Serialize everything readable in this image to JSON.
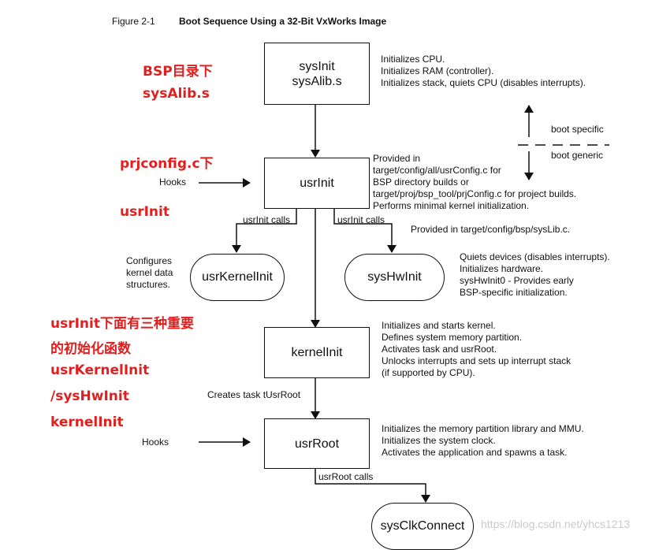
{
  "figure": {
    "number": "Figure 2-1",
    "title": "Boot Sequence Using a 32-Bit VxWorks Image"
  },
  "boxes": {
    "sysinit": {
      "line1": "sysInit",
      "line2": "sysAlib.s"
    },
    "usrinit": "usrInit",
    "kernelinit": "kernelInit",
    "usrroot": "usrRoot"
  },
  "pills": {
    "usrkernelinit": "usrKernelInit",
    "syshwinit": "sysHwInit",
    "sysclkconnect": "sysClkConnect"
  },
  "labels": {
    "hooks1": "Hooks",
    "hooks2": "Hooks",
    "usrinit_calls_left": "usrInit calls",
    "usrinit_calls_right": "usrInit calls",
    "creates_task": "Creates task tUsrRoot",
    "usrroot_calls": "usrRoot calls",
    "boot_specific": "boot specific",
    "boot_generic": "boot generic"
  },
  "notes": {
    "sysinit": [
      "Initializes CPU.",
      "Initializes RAM (controller).",
      "Initializes stack, quiets CPU (disables interrupts)."
    ],
    "usrinit": [
      "Provided in",
      "target/config/all/usrConfig.c for",
      "BSP directory builds or",
      "target/proj/bsp_tool/prjConfig.c for project builds.",
      "Performs minimal kernel initialization."
    ],
    "syslib": [
      "Provided in target/config/bsp/sysLib.c."
    ],
    "kernel_data": [
      "Configures",
      "kernel data",
      "structures."
    ],
    "syshwinit": [
      "Quiets devices (disables interrupts).",
      "Initializes hardware.",
      "sysHwInit0 - Provides early",
      "BSP-specific initialization."
    ],
    "kernelinit": [
      "Initializes and starts kernel.",
      "Defines system memory partition.",
      "Activates task and usrRoot.",
      "Unlocks interrupts and sets up interrupt stack",
      "(if supported by CPU)."
    ],
    "usrroot": [
      "Initializes the memory partition library and MMU.",
      "Initializes the system clock.",
      "Activates the application and spawns a task."
    ]
  },
  "annotations": {
    "bsp_dir": "BSP目录下",
    "sysalib": "sysAlib.s",
    "prjconfig": "prjconfig.c下",
    "usrinit": "usrInit",
    "three_funcs_1": "usrInit下面有三种重要",
    "three_funcs_2": "的初始化函数",
    "usrkernelinit": "usrKernelInit",
    "syshwinit": "/sysHwInit",
    "kernelinit": " kernelInit"
  },
  "watermark": "https://blog.csdn.net/yhcs1213",
  "colors": {
    "annotation": "#e02020",
    "line": "#111111",
    "watermark": "#c9c9c9"
  }
}
